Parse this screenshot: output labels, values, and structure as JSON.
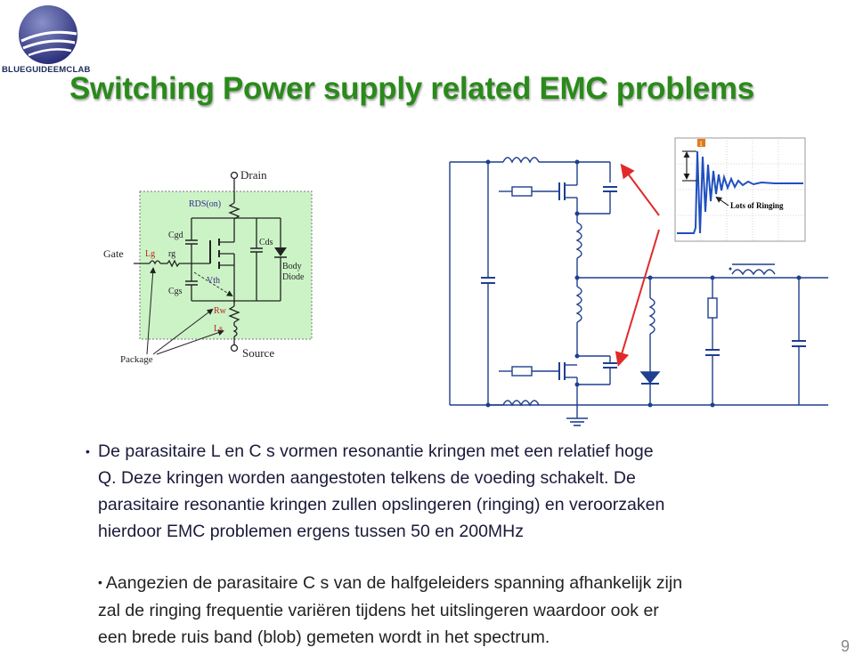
{
  "logo": {
    "text": "BLUEGUIDEEMCLAB"
  },
  "title": "Switching Power supply related EMC problems",
  "mosfet_diagram": {
    "drain": "Drain",
    "source": "Source",
    "gate": "Gate",
    "rds_on": "RDS(on)",
    "cgd": "Cgd",
    "lg": "Lg",
    "rg": "rg",
    "cgs": "Cgs",
    "vth": "Vth",
    "cds": "Cds",
    "body_diode": "Body",
    "body_diode_2": "Diode",
    "rw": "Rw",
    "ls": "Ls",
    "package": "Package"
  },
  "ringing_plot": {
    "label": "Lots of Ringing",
    "marker": "1"
  },
  "bullets": [
    {
      "lines": [
        "De parasitaire L en C s  vormen resonantie kringen met een relatief hoge",
        "Q.  Deze kringen worden aangestoten telkens de voeding schakelt. De",
        "parasitaire resonantie kringen zullen opslingeren (ringing) en veroorzaken",
        "hierdoor EMC problemen ergens tussen 50 en 200MHz"
      ]
    },
    {
      "lines": [
        "Aangezien de parasitaire C s van de halfgeleiders spanning afhankelijk zijn",
        "zal de ringing frequentie variëren tijdens het uitslingeren waardoor ook er",
        "een brede ruis band (blob) gemeten wordt in het spectrum."
      ]
    }
  ],
  "page_number": "9",
  "colors": {
    "title": "#2a8a1a",
    "diagram_bg": "#ccf3c6",
    "circuit": "#1f3f8f",
    "arrow": "#e02a2a"
  }
}
